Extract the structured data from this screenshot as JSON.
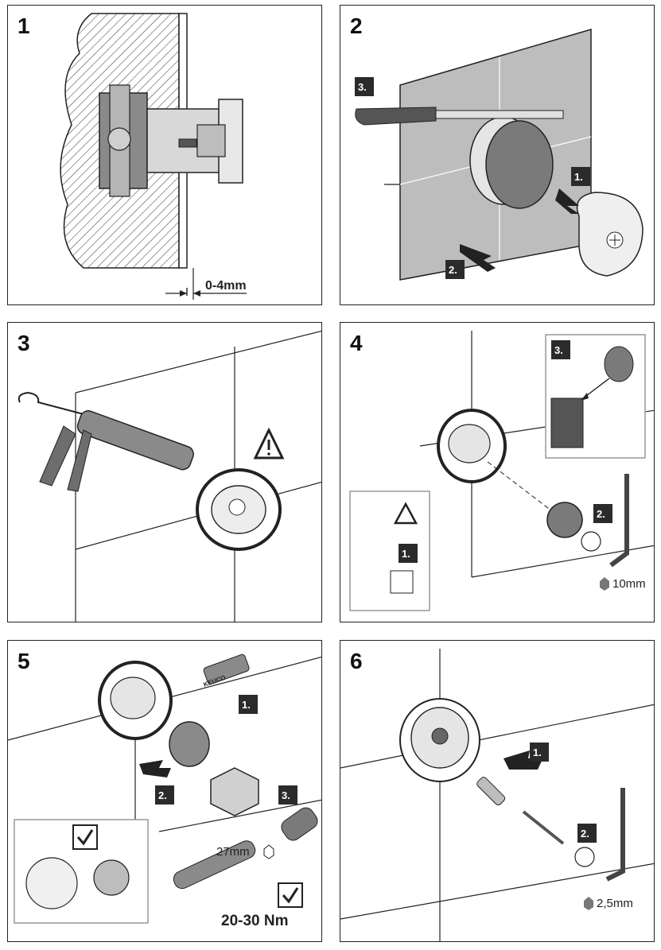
{
  "panels": [
    {
      "number": "1",
      "gap_label": "0-4mm"
    },
    {
      "number": "2",
      "steps": [
        "1.",
        "2.",
        "3."
      ]
    },
    {
      "number": "3"
    },
    {
      "number": "4",
      "steps": [
        "1.",
        "2.",
        "3."
      ],
      "hex_size": "10mm"
    },
    {
      "number": "5",
      "steps": [
        "1.",
        "2.",
        "3."
      ],
      "hex_size": "27mm",
      "torque": "20-30 Nm",
      "brand": "KEUCO"
    },
    {
      "number": "6",
      "steps": [
        "1.",
        "2."
      ],
      "hex_size": "2,5mm"
    }
  ],
  "colors": {
    "line": "#222222",
    "tile": "#bdbdbd",
    "part_dark": "#7a7a7a",
    "part_light": "#d9d9d9",
    "badge": "#2b2b2b"
  }
}
